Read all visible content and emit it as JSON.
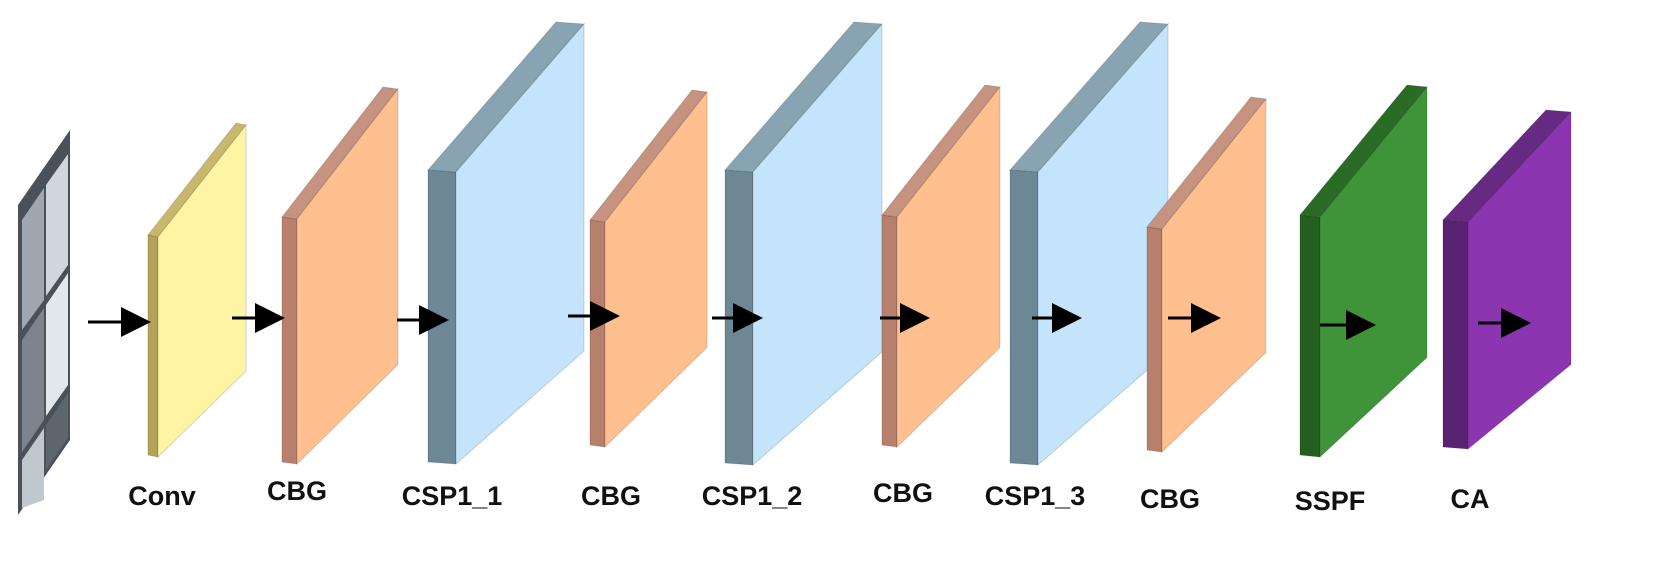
{
  "diagram": {
    "input": {
      "name": "input-image",
      "colors": [
        "#2b2f33",
        "#5d656c",
        "#9aa3aa",
        "#c9d0d6",
        "#7e8790"
      ]
    },
    "blocks": [
      {
        "id": "conv",
        "label": "Conv",
        "face_color": "#fff4a3",
        "side_color": "#b5a25a",
        "top_color": "#c9b86c"
      },
      {
        "id": "cbg1",
        "label": "CBG",
        "face_color": "#ffbf8e",
        "side_color": "#b7806c",
        "top_color": "#c69380"
      },
      {
        "id": "csp1",
        "label": "CSP1_1",
        "face_color": "#c4e4fb",
        "side_color": "#6e8795",
        "top_color": "#88a4b3"
      },
      {
        "id": "cbg2",
        "label": "CBG",
        "face_color": "#ffbf8e",
        "side_color": "#b7806c",
        "top_color": "#c69380"
      },
      {
        "id": "csp2",
        "label": "CSP1_2",
        "face_color": "#c4e4fb",
        "side_color": "#6e8795",
        "top_color": "#88a4b3"
      },
      {
        "id": "cbg3",
        "label": "CBG",
        "face_color": "#ffbf8e",
        "side_color": "#b7806c",
        "top_color": "#c69380"
      },
      {
        "id": "csp3",
        "label": "CSP1_3",
        "face_color": "#c4e4fb",
        "side_color": "#6e8795",
        "top_color": "#88a4b3"
      },
      {
        "id": "cbg4",
        "label": "CBG",
        "face_color": "#ffbf8e",
        "side_color": "#b7806c",
        "top_color": "#c69380"
      },
      {
        "id": "sspf",
        "label": "SSPF",
        "face_color": "#3f943a",
        "side_color": "#245f20",
        "top_color": "#2a6c25"
      },
      {
        "id": "ca",
        "label": "CA",
        "face_color": "#8b36b0",
        "side_color": "#5a2372",
        "top_color": "#672a82"
      }
    ],
    "arrow_color": "#000000"
  }
}
